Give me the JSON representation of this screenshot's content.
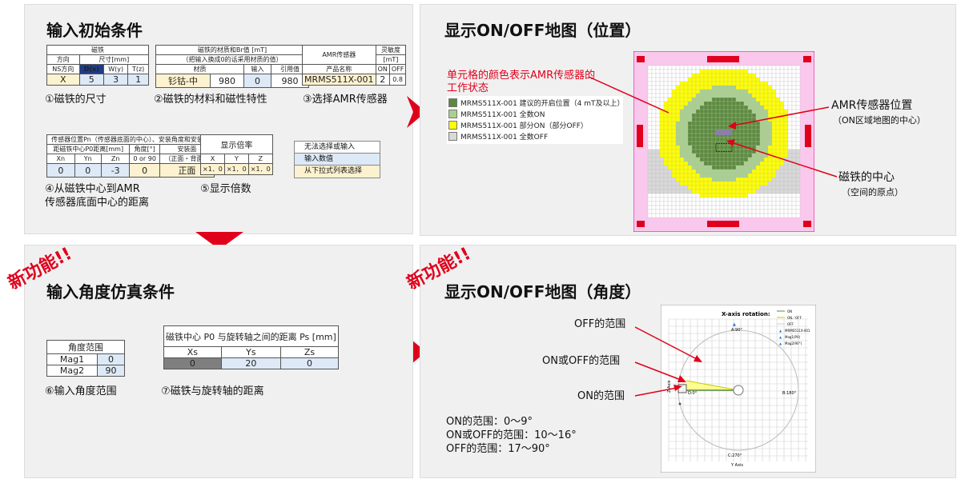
{
  "colors": {
    "red": "#e0001b",
    "dark_green": "#5b8a3c",
    "light_green": "#a9d08e",
    "yellow": "#ffff00",
    "gray": "#d9d9d9",
    "pink": "#f9c8ec"
  },
  "panel1": {
    "title": "输入初始条件",
    "magnet_table": {
      "header": "磁铁",
      "dir": "方向",
      "size": "尺寸[mm]",
      "ns": "NS方向",
      "dx": "D(x)",
      "wy": "W(y)",
      "tz": "T(z)",
      "v_dir": "X",
      "v_dx": "5",
      "v_wy": "3",
      "v_tz": "1"
    },
    "material_table": {
      "header": "磁铁的材质和Br值 [mT]",
      "sub": "（把输入换成0的话采用材质的值）",
      "col1": "材质",
      "col2": "输入",
      "col3": "引用值",
      "v1": "钐钴-中",
      "v2": "980",
      "v3": "0",
      "v4": "980"
    },
    "sensor_table": {
      "h1": "AMR传感器",
      "h2": "灵敏度",
      "h3": "[mT]",
      "c1": "产品名称",
      "c2": "ON",
      "c3": "OFF",
      "v1": "MRMS511X-001",
      "v2": "2",
      "v3": "0.8"
    },
    "cap1": "①磁铁的尺寸",
    "cap2": "②磁铁的材料和磁性特性",
    "cap3": "③选择AMR传感器",
    "pos_table": {
      "h1": "传感器位置Pn（传感器底面的中心）、安装角度和安装面",
      "h2": "距磁铁中心P0距离[mm]",
      "h3": "角度[°]",
      "h4": "安装面",
      "c1": "Xn",
      "c2": "Yn",
      "c3": "Zn",
      "c4": "0 or 90",
      "c5": "（正面・背面）",
      "v1": "0",
      "v2": "0",
      "v3": "-3",
      "v4": "0",
      "v5": "正面"
    },
    "mag_table": {
      "h1": "显示倍率",
      "c1": "X",
      "c2": "Y",
      "c3": "Z",
      "v1": "×1．0",
      "v2": "×1．0",
      "v3": "×1．0"
    },
    "cap4a": "④从磁铁中心到AMR",
    "cap4b": "传感器底面中心的距离",
    "cap5": "⑤显示倍数",
    "legend1": "无法选择或输入",
    "legend2": "输入数值",
    "legend3": "从下拉式列表选择"
  },
  "panel2": {
    "title": "显示ON/OFF地图（位置）",
    "red_note_a": "单元格的颜色表示AMR传感器的",
    "red_note_b": "工作状态",
    "leg1": "MRMS511X-001 建议的开启位置（4 mT及以上）",
    "leg2": "MRMS511X-001 全数ON",
    "leg3": "MRMS511X-001 部分ON（部分OFF）",
    "leg4": "MRMS511X-001 全数OFF",
    "ann1a": "AMR传感器位置",
    "ann1b": "（ON区域地图的中心）",
    "ann2a": "磁铁的中心",
    "ann2b": "（空间的原点）"
  },
  "panel3": {
    "badge": "新功能!!",
    "title": "输入角度仿真条件",
    "angle_table": {
      "h": "角度范围",
      "r1": "Mag1",
      "r2": "Mag2",
      "v1": "0",
      "v2": "90"
    },
    "dist_table": {
      "h": "磁铁中心 P0 与旋转轴之间的距离 Ps [mm]",
      "c1": "Xs",
      "c2": "Ys",
      "c3": "Zs",
      "v1": "0",
      "v2": "20",
      "v3": "0"
    },
    "cap6": "⑥输入角度范围",
    "cap7": "⑦磁铁与旋转轴的距离"
  },
  "panel4": {
    "badge": "新功能!!",
    "title": "显示ON/OFF地图（角度）",
    "lbl_off": "OFF的范围",
    "lbl_onoff": "ON或OFF的范围",
    "lbl_on": "ON的范围",
    "range1": "ON的范围：0～9°",
    "range2": "ON或OFF的范围：10～16°",
    "range3": "OFF的范围：17～90°",
    "chart_title": "X-axis rotation:",
    "legend_on": "ON",
    "legend_onoff": "ON／OFF",
    "legend_off": "OFF",
    "legend_part": "MRMS511X-001",
    "legend_mag1": "Mag1(P0)",
    "legend_mag2": "Mag2(90°)",
    "a90": "A:90°",
    "b180": "B:180°",
    "c270": "C:270°",
    "d0": "D:0°",
    "yaxis": "Y Axis",
    "zaxis": "Z Axis"
  }
}
